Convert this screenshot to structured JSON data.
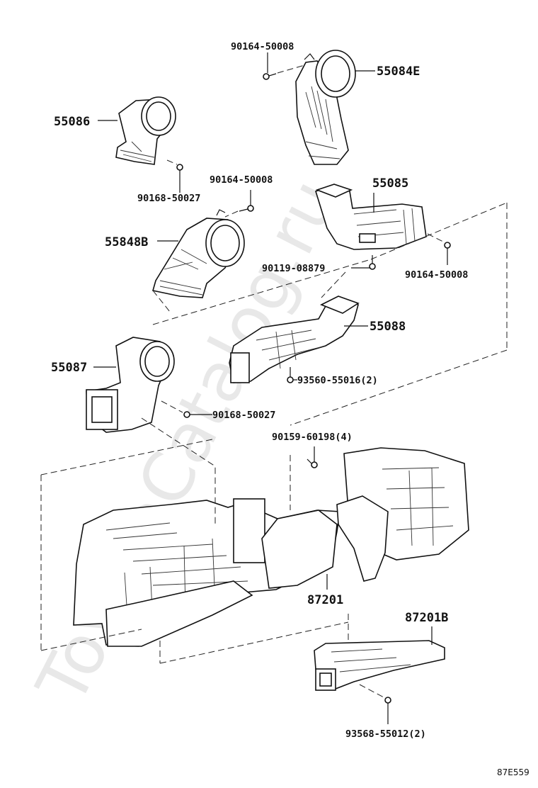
{
  "diagram": {
    "watermark": "ToyotaCatalog.ru",
    "code": "87E559",
    "parts": {
      "p55084E": "55084E",
      "p55086": "55086",
      "p55085": "55085",
      "p55848B": "55848B",
      "p55088": "55088",
      "p55087": "55087",
      "p87201": "87201",
      "p87201B": "87201B"
    },
    "fasteners": {
      "f1": "90164-50008",
      "f2": "90168-50027",
      "f3": "90164-50008",
      "f4": "90119-08879",
      "f5": "90164-50008",
      "f6": "93560-55016(2)",
      "f7": "90168-50027",
      "f8": "90159-60198(4)",
      "f9": "93568-55012(2)"
    }
  }
}
